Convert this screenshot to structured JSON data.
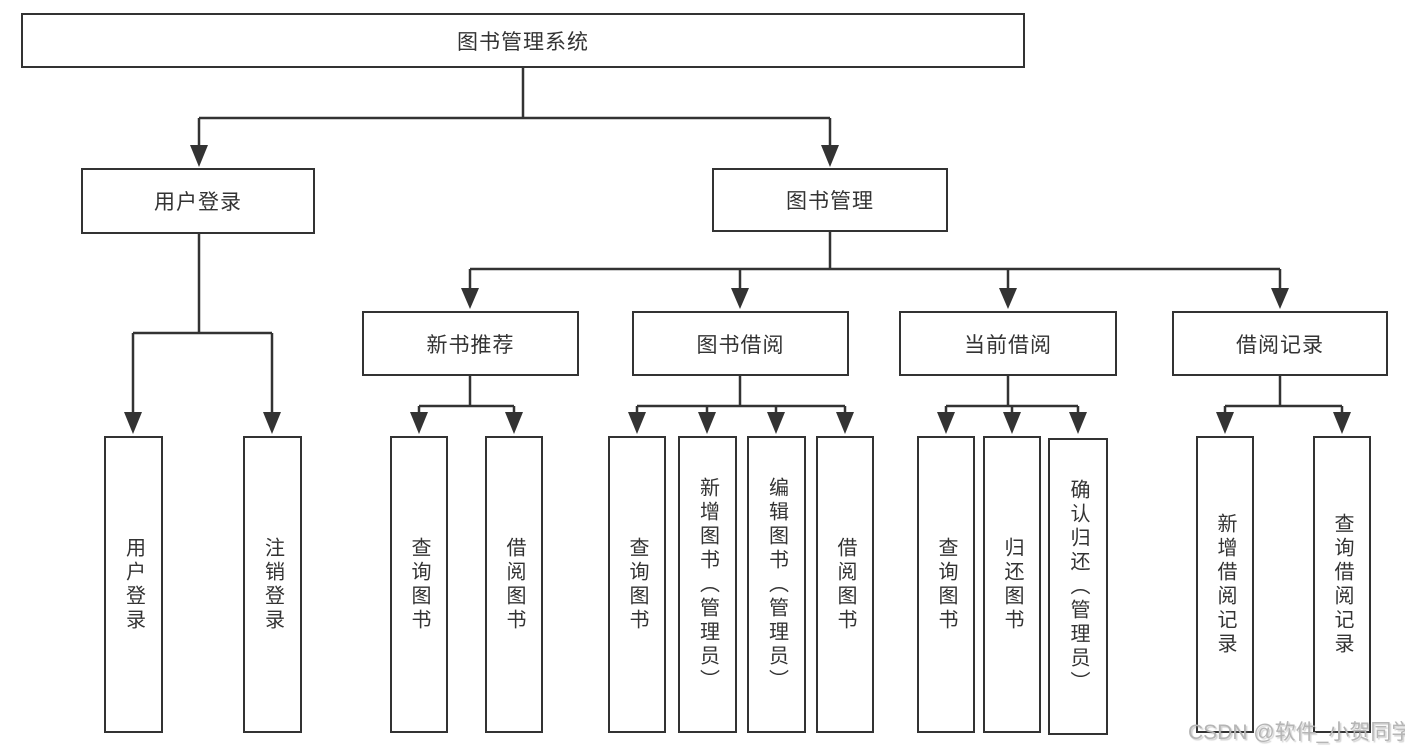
{
  "tree": {
    "root": {
      "label": "图书管理系统"
    },
    "branches": [
      {
        "label": "用户登录",
        "children": [
          {
            "label": "用户登录"
          },
          {
            "label": "注销登录"
          }
        ]
      },
      {
        "label": "图书管理",
        "sections": [
          {
            "label": "新书推荐",
            "children": [
              {
                "label": "查询图书"
              },
              {
                "label": "借阅图书"
              }
            ]
          },
          {
            "label": "图书借阅",
            "children": [
              {
                "label": "查询图书"
              },
              {
                "label": "新增图书（管理员）"
              },
              {
                "label": "编辑图书（管理员）"
              },
              {
                "label": "借阅图书"
              }
            ]
          },
          {
            "label": "当前借阅",
            "children": [
              {
                "label": "查询图书"
              },
              {
                "label": "归还图书"
              },
              {
                "label": "确认归还（管理员）"
              }
            ]
          },
          {
            "label": "借阅记录",
            "children": [
              {
                "label": "新增借阅记录"
              },
              {
                "label": "查询借阅记录"
              }
            ]
          }
        ]
      }
    ]
  },
  "watermark": {
    "text": "CSDN @软件_小贺同学"
  },
  "colors": {
    "line": "#333333",
    "box_border": "#333333",
    "box_fill": "#ffffff",
    "text": "#333333",
    "watermark_text": "#b5b5b5",
    "background": "#ffffff"
  }
}
